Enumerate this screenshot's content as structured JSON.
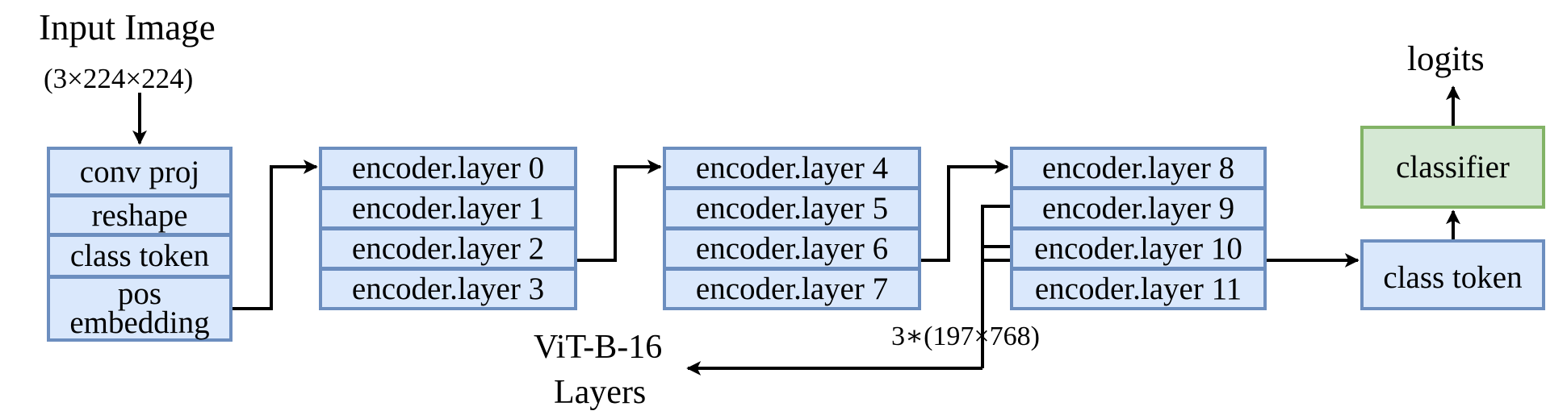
{
  "input": {
    "title": "Input Image",
    "shape": "(3×224×224)"
  },
  "stem": [
    "conv proj",
    "reshape",
    "class token",
    "pos\nembedding"
  ],
  "stacks": [
    [
      "encoder.layer 0",
      "encoder.layer 1",
      "encoder.layer 2",
      "encoder.layer 3"
    ],
    [
      "encoder.layer 4",
      "encoder.layer 5",
      "encoder.layer 6",
      "encoder.layer 7"
    ],
    [
      "encoder.layer 8",
      "encoder.layer 9",
      "encoder.layer 10",
      "encoder.layer 11"
    ]
  ],
  "head": {
    "class_token": "class token",
    "classifier": "classifier",
    "output": "logits"
  },
  "extract": {
    "shape": "3∗(197×768)",
    "title_line1": "ViT-B-16",
    "title_line2": "Layers"
  },
  "colors": {
    "block_fill": "#dae8fc",
    "block_border": "#6c8ebf",
    "head_fill": "#d5e8d4",
    "head_border": "#82b366"
  }
}
